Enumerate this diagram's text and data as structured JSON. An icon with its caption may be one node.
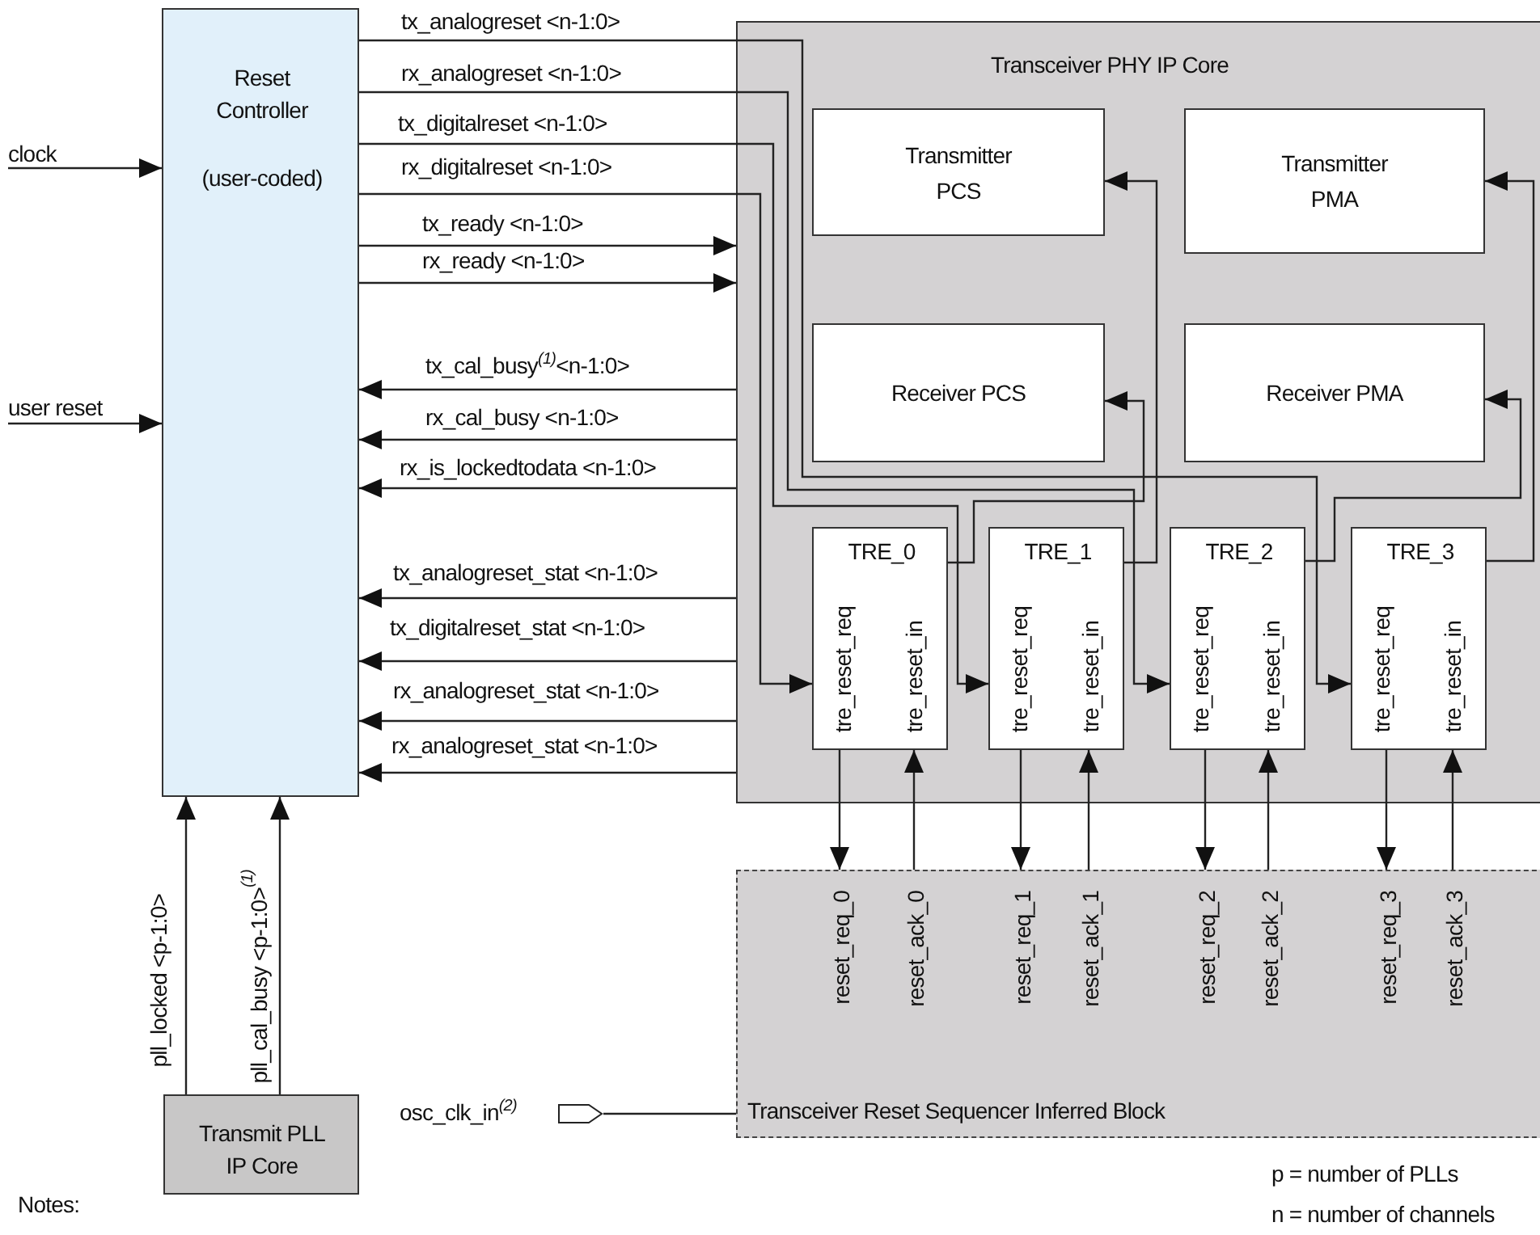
{
  "diagram": {
    "nodes": [
      {
        "text": [
          "Reset Controller",
          "(user-coded)"
        ]
      },
      {
        "text": [
          "Transceiver PHY IP Core"
        ]
      },
      {
        "text": [
          "Transmitter PCS"
        ],
        "in": 1
      },
      {
        "text": [
          "Transmitter PMA"
        ],
        "in": 1
      },
      {
        "text": [
          "Receiver PCS"
        ],
        "in": 1
      },
      {
        "text": [
          "Receiver PMA"
        ],
        "in": 1
      },
      {
        "text": [
          "TRE_0",
          "tre_reset_req",
          "tre_reset_in"
        ],
        "in": 1
      },
      {
        "text": [
          "TRE_1",
          "tre_reset_req",
          "tre_reset_in"
        ],
        "in": 1
      },
      {
        "text": [
          "TRE_2",
          "tre_reset_req",
          "tre_reset_in"
        ],
        "in": 1
      },
      {
        "text": [
          "TRE_3",
          "tre_reset_req",
          "tre_reset_in"
        ],
        "in": 1
      },
      {
        "text": [
          "Transceiver Reset Sequencer Inferred Block",
          "reset_req_0",
          "reset_ack_0",
          "reset_req_1",
          "reset_ack_1",
          "reset_req_2",
          "reset_ack_2",
          "reset_req_3",
          "reset_ack_3"
        ]
      },
      {
        "text": [
          "Transmit PLL IP Core"
        ]
      },
      {
        "text": [
          "clock"
        ]
      },
      {
        "text": [
          "user reset"
        ]
      },
      {
        "text": [
          "osc_clk_in$^{(2)}$"
        ]
      }
    ],
    "edges": [
      {
        "from": 12,
        "to": 0,
        "arrow": "to"
      },
      {
        "from": 13,
        "to": 0,
        "arrow": "to"
      },
      {
        "from": 0,
        "to": 9,
        "arrow": "to",
        "label": "tx_analogreset <n-1:0>"
      },
      {
        "from": 0,
        "to": 8,
        "arrow": "to",
        "label": "rx_analogreset <n-1:0>"
      },
      {
        "from": 0,
        "to": 7,
        "arrow": "to",
        "label": "tx_digitalreset <n-1:0>"
      },
      {
        "from": 0,
        "to": 6,
        "arrow": "to",
        "label": "rx_digitalreset <n-1:0>"
      },
      {
        "from": 0,
        "to": 1,
        "arrow": "to",
        "label": "tx_ready <n-1:0>"
      },
      {
        "from": 0,
        "to": 1,
        "arrow": "to",
        "label": "rx_ready <n-1:0>"
      },
      {
        "from": 1,
        "to": 0,
        "arrow": "to",
        "label": "tx_cal_busy$^{(1)}$<n-1:0>"
      },
      {
        "from": 1,
        "to": 0,
        "arrow": "to",
        "label": "rx_cal_busy <n-1:0>"
      },
      {
        "from": 1,
        "to": 0,
        "arrow": "to",
        "label": "rx_is_lockedtodata <n-1:0>"
      },
      {
        "from": 1,
        "to": 0,
        "arrow": "to",
        "label": "tx_analogreset_stat <n-1:0>"
      },
      {
        "from": 1,
        "to": 0,
        "arrow": "to",
        "label": "tx_digitalreset_stat <n-1:0>"
      },
      {
        "from": 1,
        "to": 0,
        "arrow": "to",
        "label": "rx_analogreset_stat <n-1:0>"
      },
      {
        "from": 1,
        "to": 0,
        "arrow": "to",
        "label": "rx_analogreset_stat <n-1:0>"
      },
      {
        "from": 6,
        "to": 4,
        "arrow": "to"
      },
      {
        "from": 7,
        "to": 2,
        "arrow": "to"
      },
      {
        "from": 8,
        "to": 5,
        "arrow": "to"
      },
      {
        "from": 9,
        "to": 3,
        "arrow": "to"
      },
      {
        "from": 6,
        "to": 10,
        "arrow": "to"
      },
      {
        "from": 10,
        "to": 6,
        "arrow": "to"
      },
      {
        "from": 7,
        "to": 10,
        "arrow": "to"
      },
      {
        "from": 10,
        "to": 7,
        "arrow": "to"
      },
      {
        "from": 8,
        "to": 10,
        "arrow": "to"
      },
      {
        "from": 10,
        "to": 8,
        "arrow": "to"
      },
      {
        "from": 9,
        "to": 10,
        "arrow": "to"
      },
      {
        "from": 10,
        "to": 9,
        "arrow": "to"
      },
      {
        "from": 11,
        "to": 0,
        "arrow": "to",
        "label": "pll_locked <p-1:0>"
      },
      {
        "from": 11,
        "to": 0,
        "arrow": "to",
        "label": "pll_cal_busy <p-1:0>$^{(1)}$"
      },
      {
        "from": 14,
        "to": 10,
        "arrow": "none"
      }
    ],
    "labels": [
      "p = number of PLLs",
      "n = number of channels",
      "Notes:"
    ]
  }
}
